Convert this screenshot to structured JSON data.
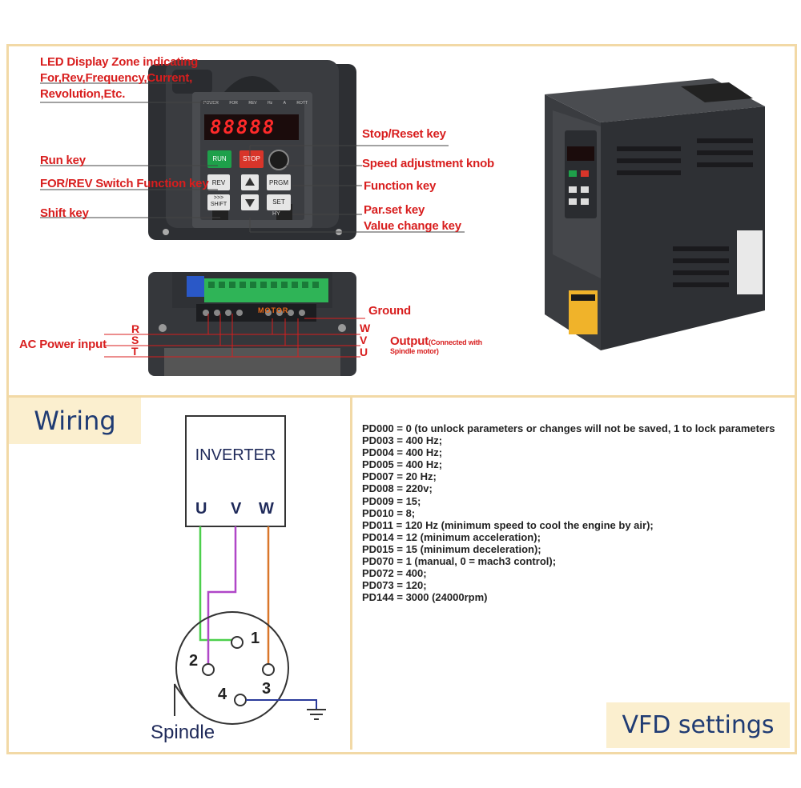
{
  "panel_labels": {
    "led_zone": [
      "LED Display Zone indicating",
      "For,Rev,Frequency,Current,",
      "Revolution,Etc."
    ],
    "run_key": "Run key",
    "for_rev": "FOR/REV Switch Function key",
    "shift_key": "Shift key",
    "stop_reset": "Stop/Reset key",
    "speed_knob": "Speed adjustment knob",
    "function_key": "Function key",
    "parset_key": "Par.set key",
    "value_change": "Value change key"
  },
  "keypad": {
    "run": "RUN",
    "stop": "STOP",
    "rev": "REV",
    "prgm": "PRGM",
    "shift": "SHIFT",
    "shift_arrows": ">>>",
    "set": "SET",
    "brand": "HY",
    "indicators": [
      "POWER",
      "FOR",
      "REV",
      "Hz",
      "A",
      "ROTT"
    ],
    "display": "88888"
  },
  "terminal_labels": {
    "ground": "Ground",
    "ac_power": "AC Power input",
    "r": "R",
    "s": "S",
    "t": "T",
    "w": "W",
    "v": "V",
    "u": "U",
    "output": "Output",
    "output_note_1": "(Connected with",
    "output_note_2": "Spindle motor)",
    "motor": "MOTOR"
  },
  "wiring": {
    "title": "Wiring",
    "inverter": "INVERTER",
    "u": "U",
    "v": "V",
    "w": "W",
    "pins": [
      "1",
      "2",
      "3",
      "4"
    ],
    "spindle": "Spindle"
  },
  "settings": {
    "title": "VFD settings",
    "params": [
      "PD000 = 0 (to unlock parameters or changes will not be saved, 1 to lock parameters",
      "PD003 = 400 Hz;",
      "PD004 = 400 Hz;",
      "PD005 = 400 Hz;",
      "PD007 = 20 Hz;",
      "PD008 = 220v;",
      "PD009 = 15;",
      "PD010 = 8;",
      "PD011 = 120 Hz (minimum speed to cool the engine by air);",
      "PD014 = 12 (minimum acceleration);",
      "PD015 = 15 (minimum deceleration);",
      "PD070 = 1 (manual, 0 = mach3 control);",
      "PD072 = 400;",
      "PD073 = 120;",
      "PD144 = 3000 (24000rpm)"
    ]
  },
  "colors": {
    "border": "#f2d9a6",
    "tag_bg": "#fbefcf",
    "title": "#1f3b73",
    "label_red": "#d81e1e",
    "wire_u": "#4ccf4c",
    "wire_v": "#b047c8",
    "wire_w": "#d9772a",
    "device": "#3a3c40"
  }
}
